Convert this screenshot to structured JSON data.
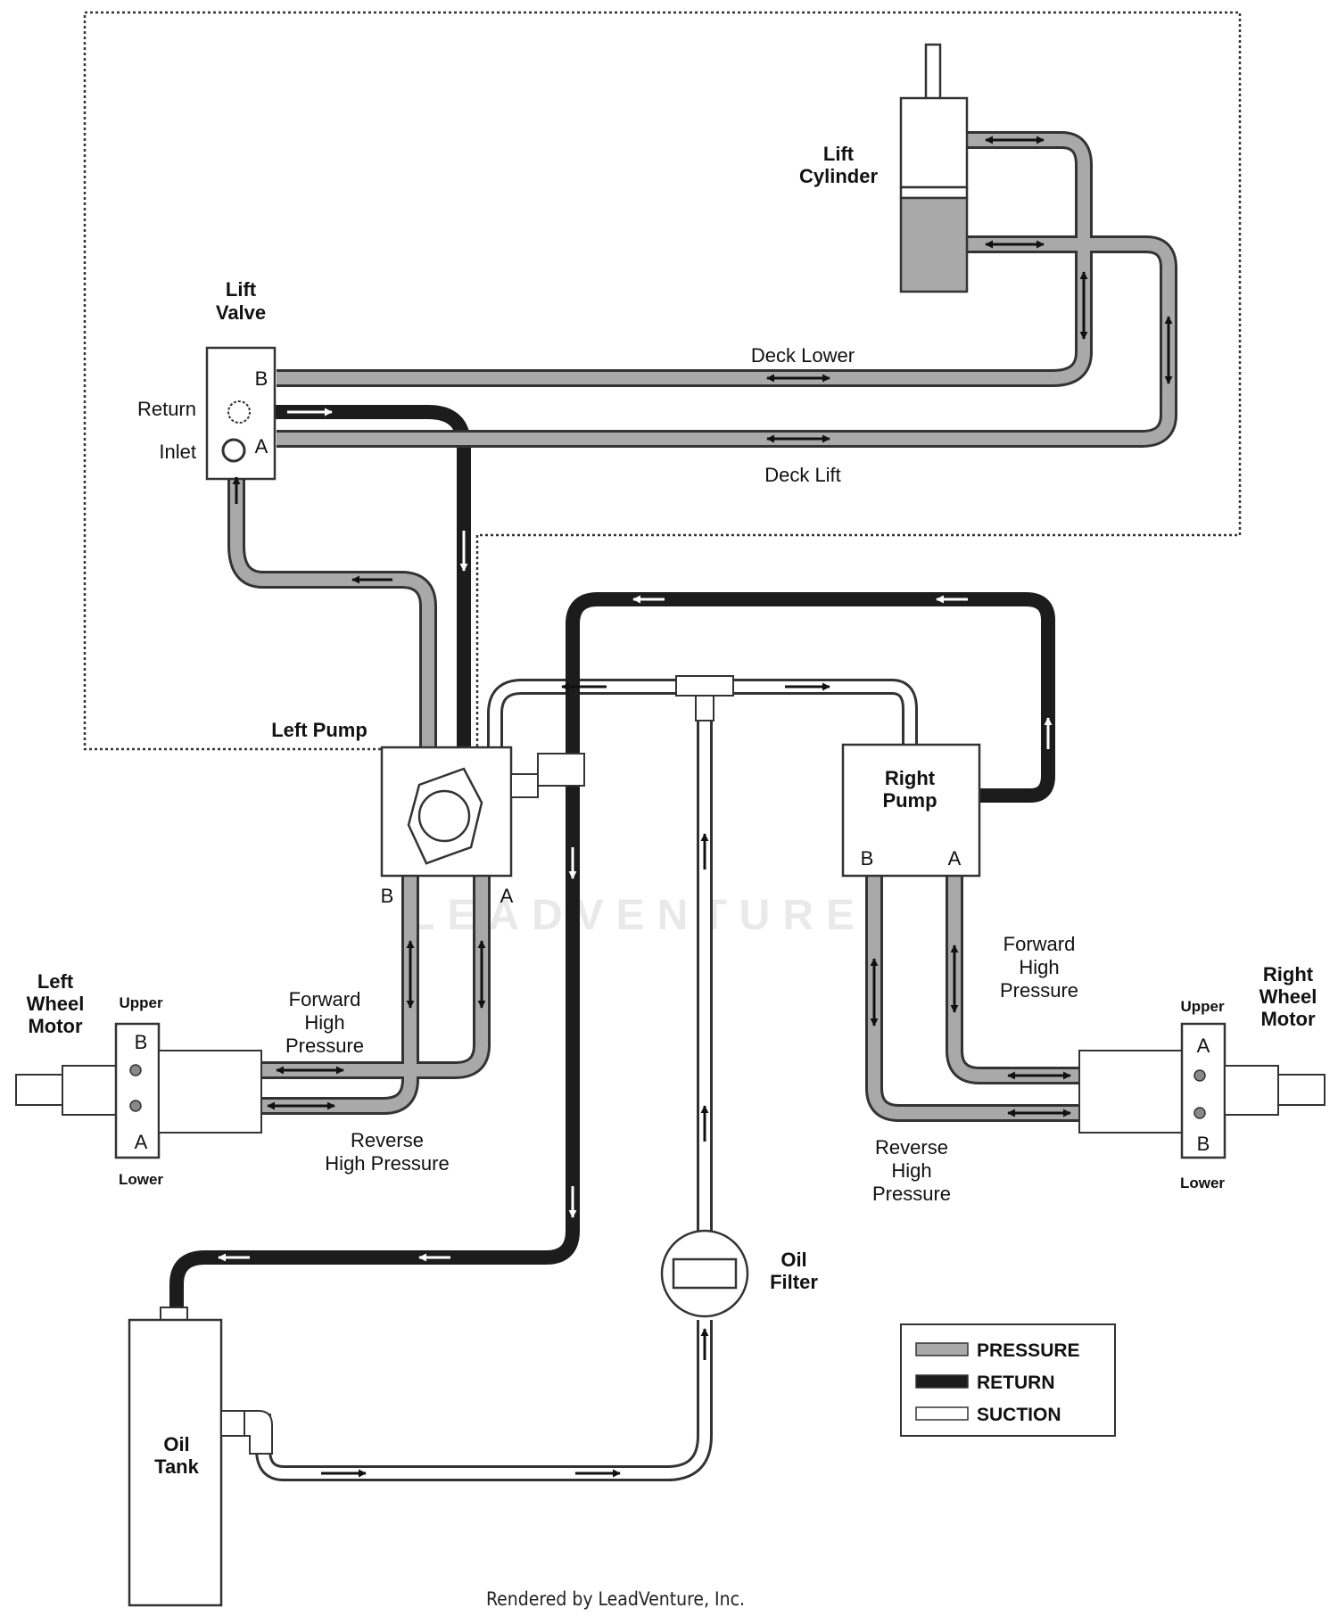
{
  "labels": {
    "lift_cylinder_line1": "Lift",
    "lift_cylinder_line2": "Cylinder",
    "lift_valve_line1": "Lift",
    "lift_valve_line2": "Valve",
    "return": "Return",
    "inlet": "Inlet",
    "port_b": "B",
    "port_a": "A",
    "deck_lower": "Deck Lower",
    "deck_lift": "Deck Lift",
    "left_pump": "Left Pump",
    "left_pump_b": "B",
    "left_pump_a": "A",
    "right_pump_line1": "Right",
    "right_pump_line2": "Pump",
    "right_pump_b": "B",
    "right_pump_a": "A",
    "left_motor_line1": "Left",
    "left_motor_line2": "Wheel",
    "left_motor_line3": "Motor",
    "left_upper": "Upper",
    "left_lower": "Lower",
    "left_motor_b": "B",
    "left_motor_a": "A",
    "left_fwd_line1": "Forward",
    "left_fwd_line2": "High",
    "left_fwd_line3": "Pressure",
    "left_rev_line1": "Reverse",
    "left_rev_line2": "High Pressure",
    "right_motor_line1": "Right",
    "right_motor_line2": "Wheel",
    "right_motor_line3": "Motor",
    "right_upper": "Upper",
    "right_lower": "Lower",
    "right_motor_a": "A",
    "right_motor_b": "B",
    "right_fwd_line1": "Forward",
    "right_fwd_line2": "High",
    "right_fwd_line3": "Pressure",
    "right_rev_line1": "Reverse",
    "right_rev_line2": "High",
    "right_rev_line3": "Pressure",
    "oil_filter_line1": "Oil",
    "oil_filter_line2": "Filter",
    "oil_tank_line1": "Oil",
    "oil_tank_line2": "Tank"
  },
  "legend": {
    "items": [
      {
        "label": "PRESSURE",
        "color": "#a9a9a9"
      },
      {
        "label": "RETURN",
        "color": "#1c1c1c"
      },
      {
        "label": "SUCTION",
        "color": "#ffffff"
      }
    ]
  },
  "watermark": "LEADVENTURE",
  "footer": "Rendered by LeadVenture, Inc.",
  "colors": {
    "pressure": "#a9a9a9",
    "return": "#1c1c1c",
    "suction": "#ffffff",
    "outline": "#3a3a3a"
  }
}
